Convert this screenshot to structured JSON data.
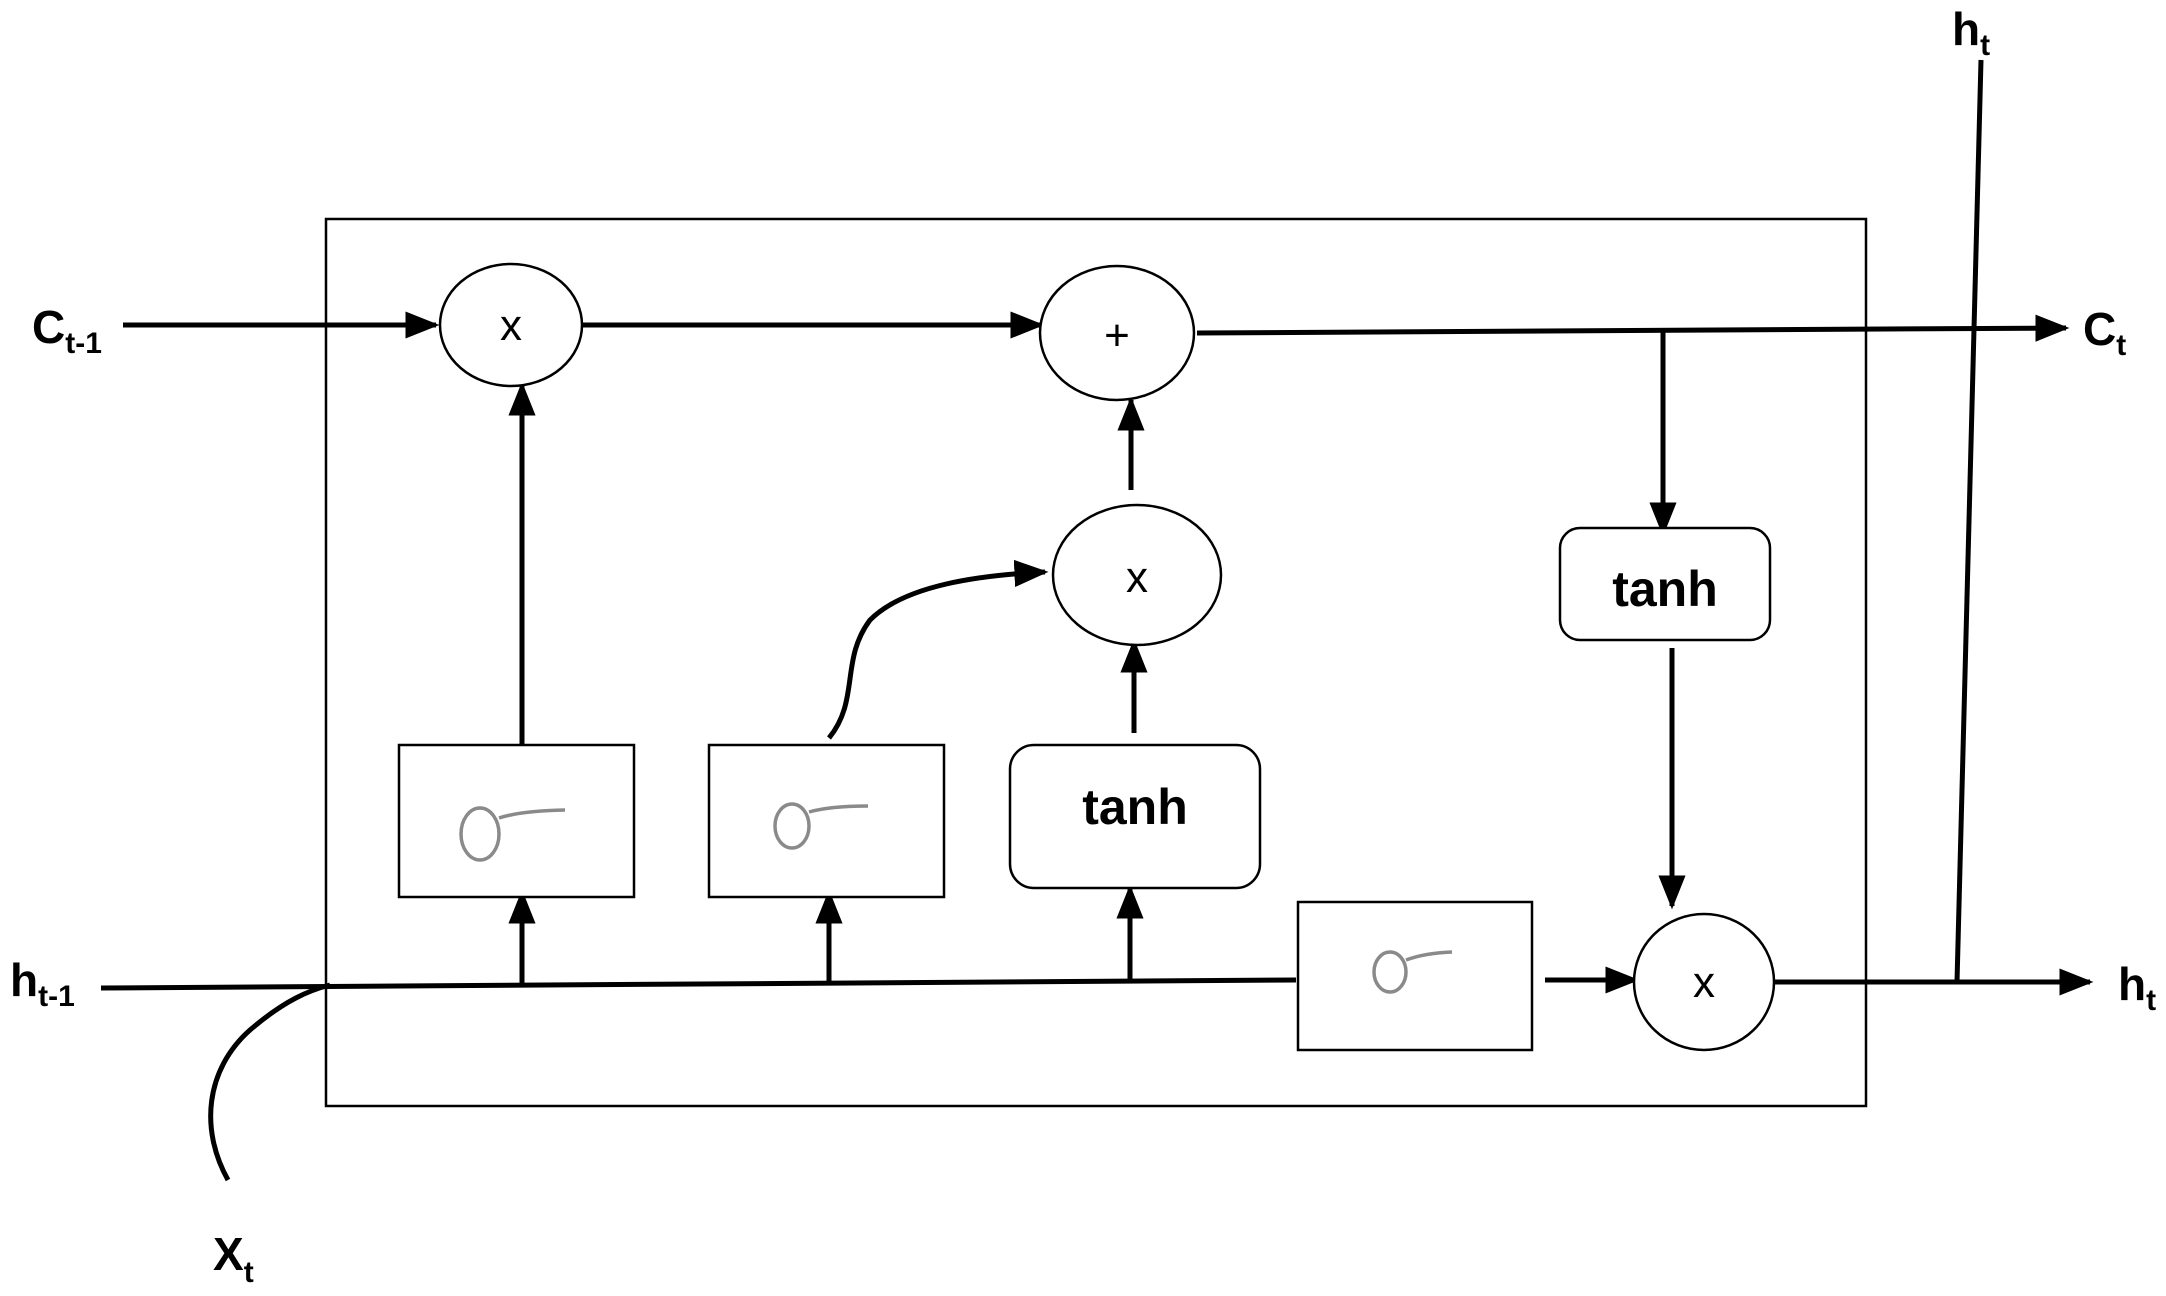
{
  "inputs": {
    "cell_prev": {
      "main": "C",
      "sub": "t-1"
    },
    "hidden_prev": {
      "main": "h",
      "sub": "t-1"
    },
    "input_x": {
      "main": "X",
      "sub": "t"
    }
  },
  "outputs": {
    "cell_out": {
      "main": "C",
      "sub": "t"
    },
    "hidden_out_right": {
      "main": "h",
      "sub": "t"
    },
    "hidden_out_top": {
      "main": "h",
      "sub": "t"
    }
  },
  "operators": {
    "forget_multiply": "x",
    "cell_add": "+",
    "input_multiply": "x",
    "output_multiply": "x"
  },
  "gates": {
    "tanh_candidate": "tanh",
    "tanh_cell": "tanh"
  }
}
